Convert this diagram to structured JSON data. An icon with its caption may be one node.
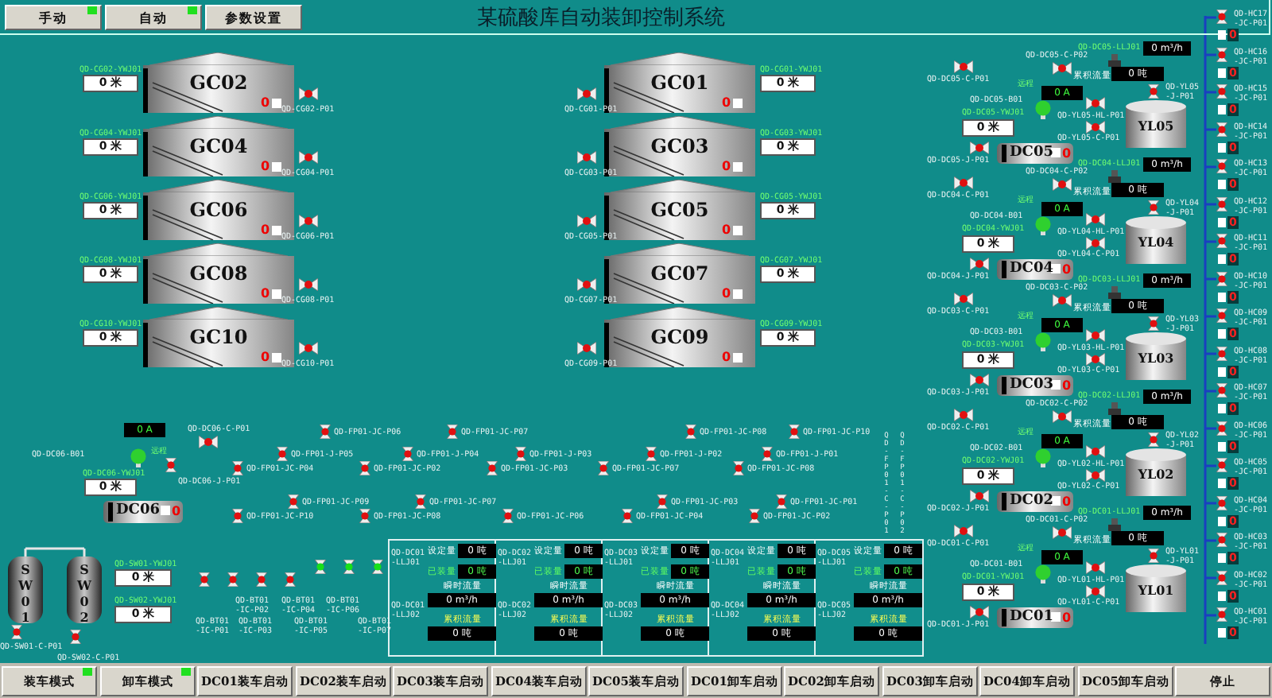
{
  "diagram": {
    "title": "某硫酸库自动装卸控制系统",
    "nodes": [
      {
        "text": [
          "GC02",
          "0"
        ],
        "beside": [
          "QD-CG02-YWJ01",
          "0 米",
          "QD-CG02-P01"
        ]
      },
      {
        "text": [
          "GC01",
          "0"
        ],
        "beside": [
          "QD-CG01-YWJ01",
          "0 米",
          "QD-CG01-P01"
        ]
      },
      {
        "text": [
          "GC04",
          "0"
        ],
        "beside": [
          "QD-CG04-YWJ01",
          "0 米",
          "QD-CG04-P01"
        ]
      },
      {
        "text": [
          "GC03",
          "0"
        ],
        "beside": [
          "QD-CG03-YWJ01",
          "0 米",
          "QD-CG03-P01"
        ]
      },
      {
        "text": [
          "GC06",
          "0"
        ],
        "beside": [
          "QD-CG06-YWJ01",
          "0 米",
          "QD-CG06-P01"
        ]
      },
      {
        "text": [
          "GC05",
          "0"
        ],
        "beside": [
          "QD-CG05-YWJ01",
          "0 米",
          "QD-CG05-P01"
        ]
      },
      {
        "text": [
          "GC08",
          "0"
        ],
        "beside": [
          "QD-CG08-YWJ01",
          "0 米",
          "QD-CG08-P01"
        ]
      },
      {
        "text": [
          "GC07",
          "0"
        ],
        "beside": [
          "QD-CG07-YWJ01",
          "0 米",
          "QD-CG07-P01"
        ]
      },
      {
        "text": [
          "GC10",
          "0"
        ],
        "beside": [
          "QD-CG10-YWJ01",
          "0 米",
          "QD-CG10-P01"
        ]
      },
      {
        "text": [
          "GC09",
          "0"
        ],
        "beside": [
          "QD-CG09-YWJ01",
          "0 米",
          "QD-CG09-P01"
        ]
      },
      {
        "text": [
          "YL05"
        ],
        "beside": [
          "QD-YL05 -J-P01",
          "QD-YL05-HL-P01",
          "QD-YL05-C-P01"
        ]
      },
      {
        "text": [
          "DC05",
          "0"
        ],
        "beside": [
          "QD-DC05-C-P01",
          "QD-DC05-C-P02",
          "QD-DC05-LLJ01",
          "0 m³/h",
          "累积流量",
          "0 吨",
          "QD-DC05-B01",
          "远程",
          "0 A",
          "QD-DC05-YWJ01",
          "0 米",
          "QD-DC05-J-P01"
        ]
      },
      {
        "text": [
          "YL04"
        ],
        "beside": [
          "QD-YL04 -J-P01",
          "QD-YL04-HL-P01",
          "QD-YL04-C-P01"
        ]
      },
      {
        "text": [
          "DC04",
          "0"
        ],
        "beside": [
          "QD-DC04-C-P01",
          "QD-DC04-C-P02",
          "QD-DC04-LLJ01",
          "0 m³/h",
          "累积流量",
          "0 吨",
          "QD-DC04-B01",
          "远程",
          "0 A",
          "QD-DC04-YWJ01",
          "0 米",
          "QD-DC04-J-P01"
        ]
      },
      {
        "text": [
          "YL03"
        ],
        "beside": [
          "QD-YL03 -J-P01",
          "QD-YL03-HL-P01",
          "QD-YL03-C-P01"
        ]
      },
      {
        "text": [
          "DC03",
          "0"
        ],
        "beside": [
          "QD-DC03-C-P01",
          "QD-DC03-C-P02",
          "QD-DC03-LLJ01",
          "0 m³/h",
          "累积流量",
          "0 吨",
          "QD-DC03-B01",
          "远程",
          "0 A",
          "QD-DC03-YWJ01",
          "0 米",
          "QD-DC03-J-P01"
        ]
      },
      {
        "text": [
          "YL02"
        ],
        "beside": [
          "QD-YL02 -J-P01",
          "QD-YL02-HL-P01",
          "QD-YL02-C-P01"
        ]
      },
      {
        "text": [
          "DC02",
          "0"
        ],
        "beside": [
          "QD-DC02-C-P01",
          "QD-DC02-C-P02",
          "QD-DC02-LLJ01",
          "0 m³/h",
          "累积流量",
          "0 吨",
          "QD-DC02-B01",
          "远程",
          "0 A",
          "QD-DC02-YWJ01",
          "0 米",
          "QD-DC02-J-P01"
        ]
      },
      {
        "text": [
          "YL01"
        ],
        "beside": [
          "QD-YL01 -J-P01",
          "QD-YL01-HL-P01",
          "QD-YL01-C-P01"
        ]
      },
      {
        "text": [
          "DC01",
          "0"
        ],
        "beside": [
          "QD-DC01-C-P01",
          "QD-DC01-C-P02",
          "QD-DC01-LLJ01",
          "0 m³/h",
          "累积流量",
          "0 吨",
          "QD-DC01-B01",
          "远程",
          "0 A",
          "QD-DC01-YWJ01",
          "0 米",
          "QD-DC01-J-P01"
        ]
      },
      {
        "text": [
          "DC06",
          "0"
        ],
        "beside": [
          "0 A",
          "QD-DC06-B01",
          "远程",
          "QD-DC06-YWJ01",
          "0 米",
          "QD-DC06-C-P01",
          "QD-DC06-J-P01"
        ]
      },
      {
        "text": [
          "SW01"
        ],
        "beside": [
          "QD-SW01-YWJ01",
          "0 米",
          "QD-SW01-C-P01"
        ]
      },
      {
        "text": [
          "SW02"
        ],
        "beside": [
          "QD-SW02-YWJ01",
          "0 米",
          "QD-SW02-C-P01"
        ]
      }
    ],
    "labels": [
      "手动",
      "自动",
      "参数设置",
      "装车模式",
      "卸车模式",
      "DC01装车启动",
      "DC02装车启动",
      "DC03装车启动",
      "DC04装车启动",
      "DC05装车启动",
      "DC01卸车启动",
      "DC02卸车启动",
      "DC03卸车启动",
      "DC04卸车启动",
      "DC05卸车启动",
      "停止",
      "QD-HC17 -JC-P01",
      "0",
      "QD-HC16 -JC-P01",
      "0",
      "QD-HC15 -JC-P01",
      "0",
      "QD-HC14 -JC-P01",
      "0",
      "QD-HC13 -JC-P01",
      "0",
      "QD-HC12 -JC-P01",
      "0",
      "QD-HC11 -JC-P01",
      "0",
      "QD-HC10 -JC-P01",
      "0",
      "QD-HC09 -JC-P01",
      "0",
      "QD-HC08 -JC-P01",
      "0",
      "QD-HC07 -JC-P01",
      "0",
      "QD-HC06 -JC-P01",
      "0",
      "QD-HC05 -JC-P01",
      "0",
      "QD-HC04 -JC-P01",
      "0",
      "QD-HC03 -JC-P01",
      "0",
      "QD-HC02 -JC-P01",
      "0",
      "QD-HC01 -JC-P01",
      "0",
      "QD-FP01-JC-P06",
      "QD-FP01-JC-P07",
      "QD-FP01-JC-P08",
      "QD-FP01-JC-P10",
      "QD-FP01-J-P05",
      "QD-FP01-J-P04",
      "QD-FP01-J-P03",
      "QD-FP01-J-P02",
      "QD-FP01-J-P01",
      "QD-FP01-JC-P04",
      "QD-FP01-JC-P02",
      "QD-FP01-JC-P03",
      "QD-FP01-JC-P07",
      "QD-FP01-JC-P08",
      "QD-FP01-JC-P09",
      "QD-FP01-JC-P07",
      "QD-FP01-JC-P03",
      "QD-FP01-JC-P01",
      "QD-FP01-JC-P10",
      "QD-FP01-JC-P08",
      "QD-FP01-JC-P06",
      "QD-FP01-JC-P04",
      "QD-FP01-JC-P02",
      "QD-FP01-C-P01",
      "QD-FP01-C-P02",
      "QD-BT01 -IC-P01",
      "QD-BT01 -IC-P02",
      "QD-BT01 -IC-P03",
      "QD-BT01 -IC-P04",
      "QD-BT01 -IC-P05",
      "QD-BT01 -IC-P06",
      "QD-BT01 -IC-P07",
      "QD-DC01 -LLJ01",
      "设定量",
      "0 吨",
      "已装量",
      "0 吨",
      "QD-DC01 -LLJ02",
      "瞬时流量",
      "0 m³/h",
      "累积流量",
      "0 吨",
      "QD-DC02 -LLJ01",
      "设定量",
      "0 吨",
      "已装量",
      "0 吨",
      "QD-DC02 -LLJ02",
      "瞬时流量",
      "0 m³/h",
      "累积流量",
      "0 吨",
      "QD-DC03 -LLJ01",
      "设定量",
      "0 吨",
      "已装量",
      "0 吨",
      "QD-DC03 -LLJ02",
      "瞬时流量",
      "0 m³/h",
      "累积流量",
      "0 吨",
      "QD-DC04 -LLJ01",
      "设定量",
      "0 吨",
      "已装量",
      "0 吨",
      "QD-DC04 -LLJ02",
      "瞬时流量",
      "0 m³/h",
      "累积流量",
      "0 吨",
      "QD-DC05 -LLJ01",
      "设定量",
      "0 吨",
      "已装量",
      "0 吨",
      "QD-DC05 -LLJ02",
      "瞬时流量",
      "0 m³/h",
      "累积流量",
      "0 吨"
    ]
  }
}
